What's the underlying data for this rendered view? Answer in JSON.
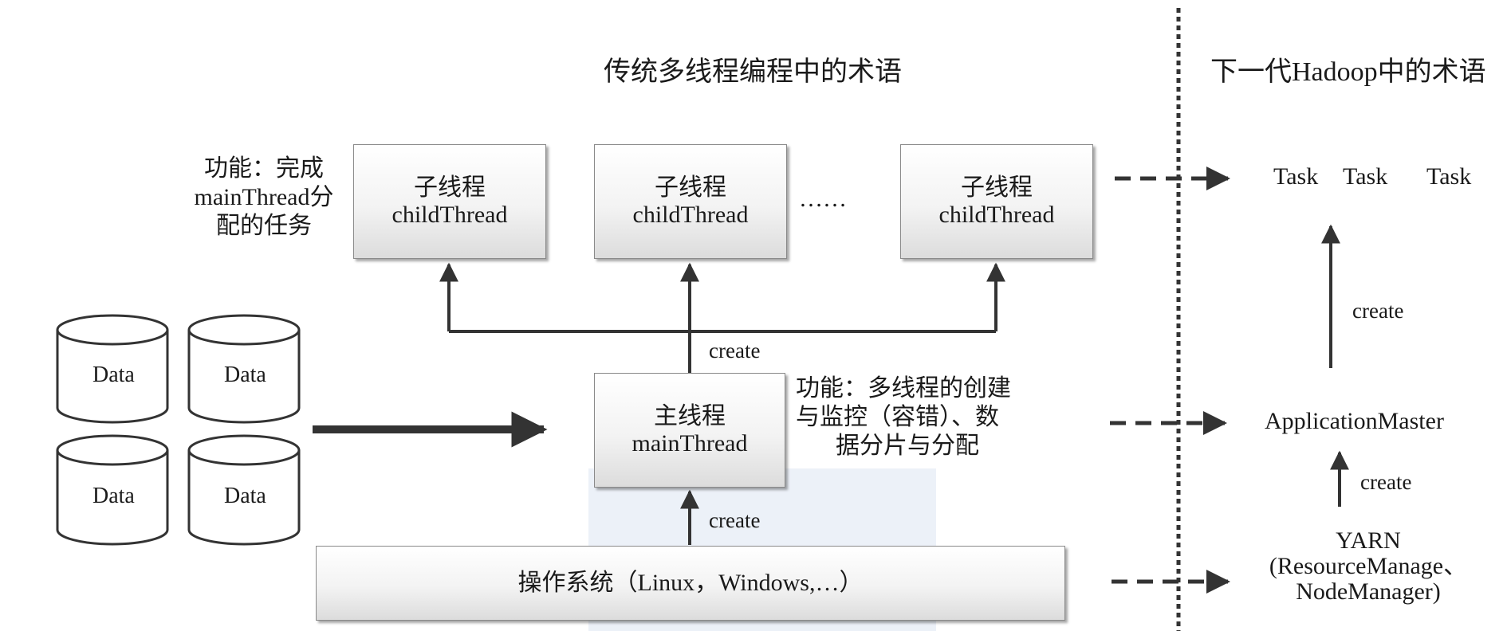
{
  "left_title": "传统多线程编程中的术语",
  "right_title": "下一代Hadoop中的术语",
  "child_threads": [
    {
      "cn": "子线程",
      "en": "childThread"
    },
    {
      "cn": "子线程",
      "en": "childThread"
    },
    {
      "cn": "子线程",
      "en": "childThread"
    }
  ],
  "ellipsis": "……",
  "child_note": [
    "功能：完成",
    "mainThread分",
    "配的任务"
  ],
  "main_thread": {
    "cn": "主线程",
    "en": "mainThread"
  },
  "main_note": [
    "功能：多线程的创建",
    "与监控（容错）、数",
    "据分片与分配"
  ],
  "os_label": "操作系统（Linux，Windows,…）",
  "create_label": "create",
  "data_label": "Data",
  "tasks": [
    "Task",
    "Task",
    "Task"
  ],
  "app_master": "ApplicationMaster",
  "yarn": [
    "YARN",
    "(ResourceManage、",
    "NodeManager)"
  ],
  "colors": {
    "line": "#333333",
    "box_border": "#8a8a8a"
  }
}
